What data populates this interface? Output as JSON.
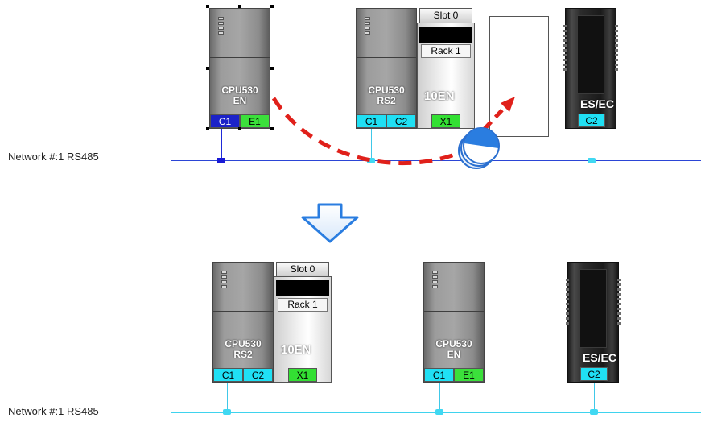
{
  "top": {
    "network_label": "Network #:1  RS485",
    "cpu_en": {
      "model_line1": "CPU530",
      "model_line2": "EN",
      "ports": [
        "C1",
        "E1"
      ]
    },
    "cpu_rs2": {
      "model_line1": "CPU530",
      "model_line2": "RS2",
      "ports": [
        "C1",
        "C2"
      ]
    },
    "rack": {
      "slot_label": "Slot 0",
      "rack_label": "Rack 1",
      "module_label": "10EN",
      "port": "X1"
    },
    "esec": {
      "label": "ES/EC",
      "port": "C2"
    }
  },
  "bottom": {
    "network_label": "Network #:1  RS485",
    "cpu_rs2": {
      "model_line1": "CPU530",
      "model_line2": "RS2",
      "ports": [
        "C1",
        "C2"
      ]
    },
    "rack": {
      "slot_label": "Slot 0",
      "rack_label": "Rack 1",
      "module_label": "10EN",
      "port": "X1"
    },
    "cpu_en": {
      "model_line1": "CPU530",
      "model_line2": "EN",
      "ports": [
        "C1",
        "E1"
      ]
    },
    "esec": {
      "label": "ES/EC",
      "port": "C2"
    }
  },
  "colors": {
    "network_top": "#2b45d6",
    "network_bottom": "#3fd3ee",
    "port_cyan": "#20e0f4",
    "port_green": "#3be03b",
    "drag_arrow": "#e0201a",
    "down_arrow": "#2a7de0"
  },
  "icons": {
    "drag_path": "curved-dashed-arrow-icon",
    "drag_cursor": "drag-cursor-icon",
    "transition": "down-arrow-icon"
  }
}
